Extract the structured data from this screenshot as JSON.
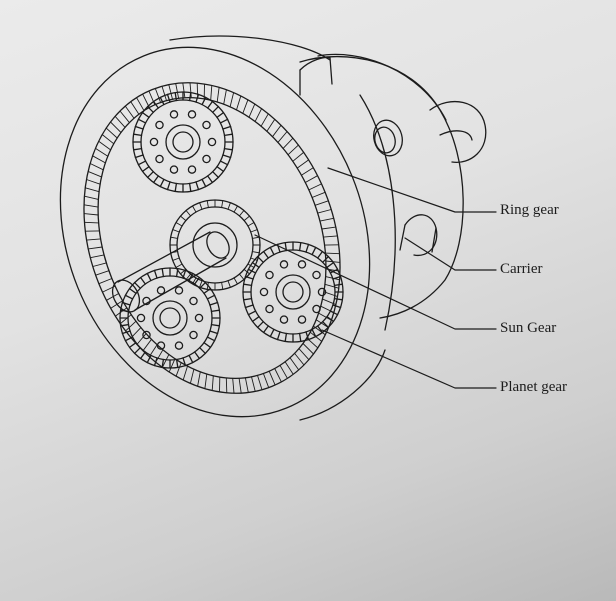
{
  "labels": {
    "ring_gear": "Ring gear",
    "carrier": "Carrier",
    "sun_gear": "Sun Gear",
    "planet_gear": "Planet gear"
  },
  "colors": {
    "ink": "#1c1c1c",
    "paper": "#e6e6e6"
  }
}
